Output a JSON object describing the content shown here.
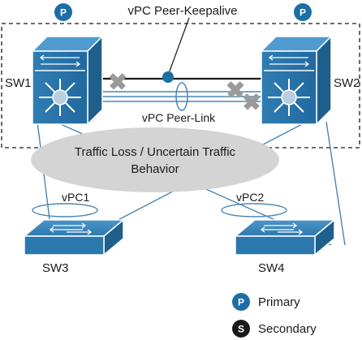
{
  "diagram": {
    "keepalive_label": "vPC Peer-Keepalive",
    "peerlink_label": "vPC Peer-Link",
    "failure_label_line1": "Traffic Loss / Uncertain Traffic",
    "failure_label_line2": "Behavior",
    "switches": {
      "sw1": {
        "name": "SW1",
        "role_badge": "P"
      },
      "sw2": {
        "name": "SW2",
        "role_badge": "P"
      },
      "sw3": {
        "name": "SW3"
      },
      "sw4": {
        "name": "SW4"
      }
    },
    "vpc_labels": {
      "vpc1": "vPC1",
      "vpc2": "vPC2"
    },
    "failure_marker_icon": "x-mark-icon"
  },
  "legend": {
    "primary": {
      "badge": "P",
      "label": "Primary",
      "color": "#1c6fa5"
    },
    "secondary": {
      "badge": "S",
      "label": "Secondary",
      "color": "#1a1a1a"
    }
  },
  "colors": {
    "switch_blue": "#2a78ad",
    "switch_dark": "#1e5f8c",
    "link_blue": "#4a86b3",
    "cloud_gray": "#d4d4d4",
    "failure_gray": "#9a9a9a",
    "keepalive_dot": "#1c6fa5"
  }
}
